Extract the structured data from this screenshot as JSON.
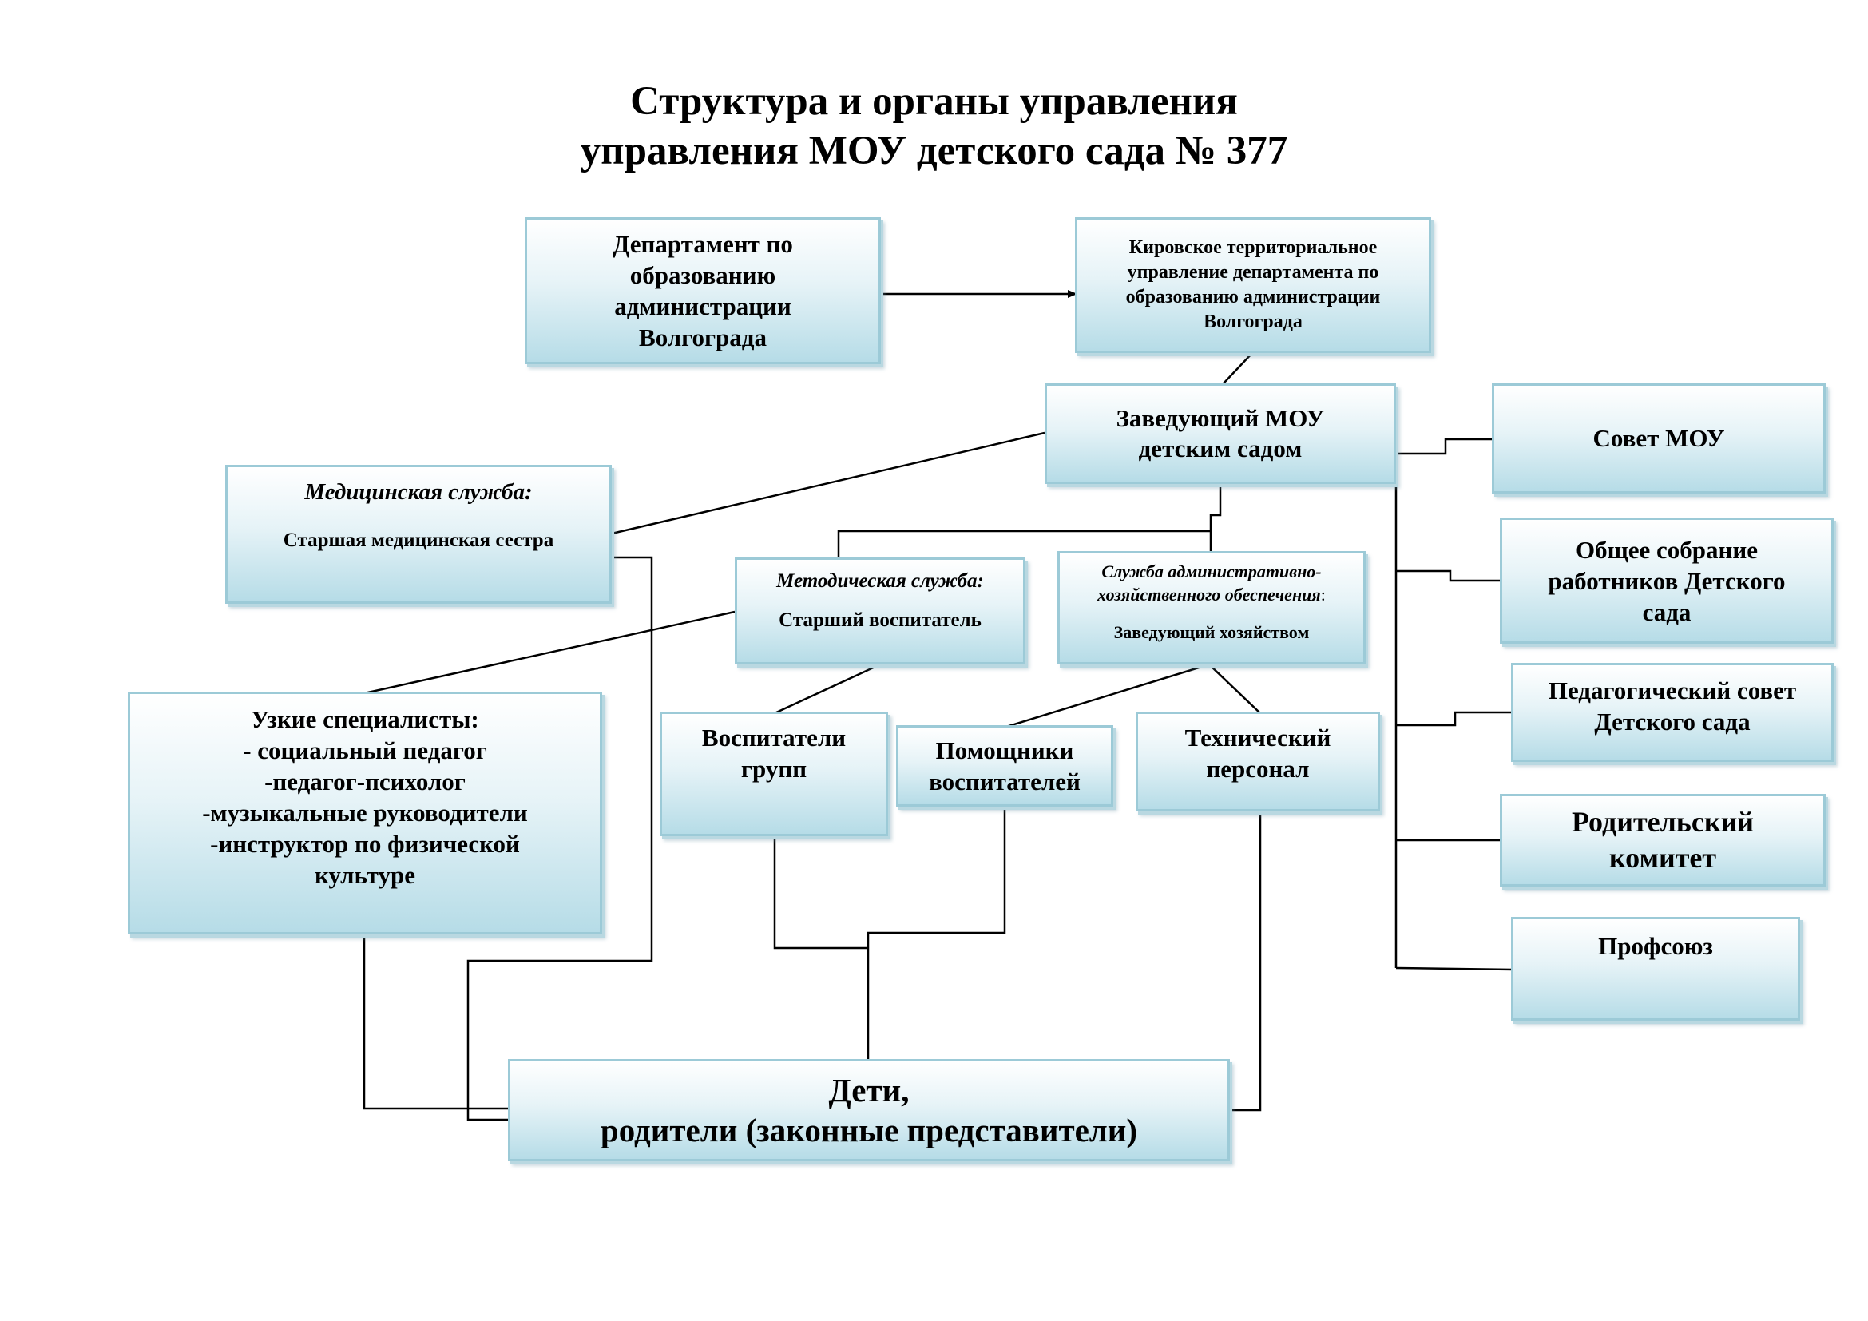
{
  "title": {
    "line1": "Структура и органы управления",
    "line2": "управления МОУ детского сада № 377"
  },
  "boxes": {
    "department": [
      "Департамент по",
      "образованию",
      "администрации",
      "Волгограда"
    ],
    "kirov": [
      "Кировское территориальное",
      "управление департамента по",
      "образованию администрации",
      "Волгограда"
    ],
    "head": [
      "Заведующий МОУ",
      "детским садом"
    ],
    "medical": {
      "service": "Медицинская служба:",
      "role": "Старшая медицинская сестра"
    },
    "methodical": {
      "service": "Методическая служба:",
      "role": "Старший воспитатель"
    },
    "admin_service": {
      "service_line1": "Служба административно-",
      "service_line2": "хозяйственного обеспечения",
      "service_colon": ":",
      "role": "Заведующий хозяйством"
    },
    "specialists": [
      "Узкие  специалисты:",
      "- социальный педагог",
      "-педагог-психолог",
      "-музыкальные руководители",
      "-инструктор по физической",
      "культуре"
    ],
    "educators": [
      "Воспитатели",
      "групп"
    ],
    "assistants": [
      "Помощники",
      "воспитателей"
    ],
    "technical": [
      "Технический",
      "персонал"
    ],
    "children": [
      "Дети,",
      "родители (законные представители)"
    ],
    "council": "Совет МОУ",
    "general_meeting": [
      "Общее собрание",
      "работников Детского",
      "сада"
    ],
    "ped_council": [
      "Педагогический совет",
      "Детского сада"
    ],
    "parent_committee": [
      "Родительский",
      "комитет"
    ],
    "union": "Профсоюз"
  }
}
